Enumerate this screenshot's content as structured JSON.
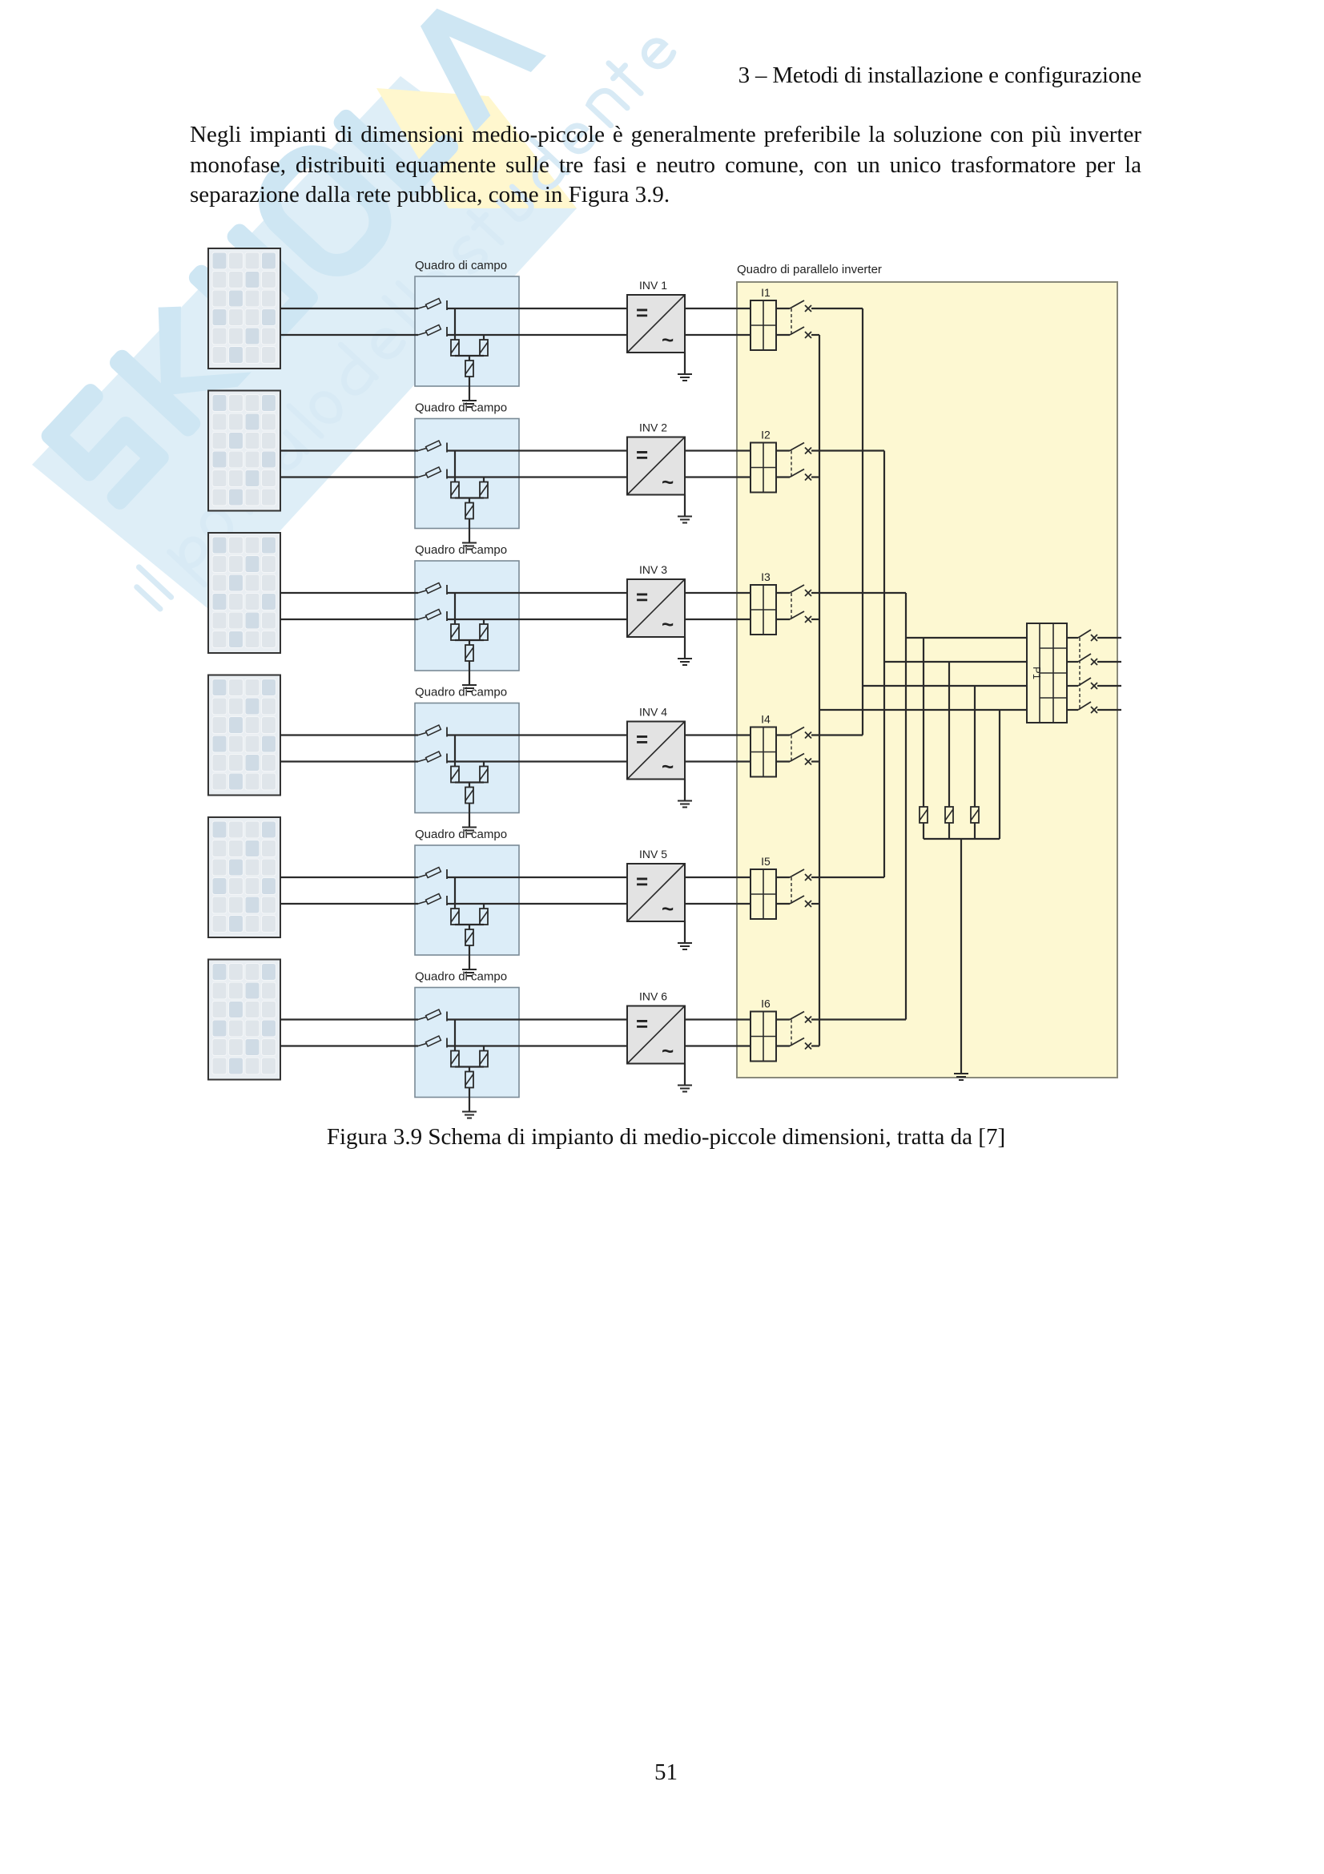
{
  "page": {
    "running_header": "3 – Metodi di installazione e configurazione",
    "paragraph": "Negli impianti di dimensioni medio-piccole è generalmente preferibile la soluzione con più inverter monofase, distribuiti equamente sulle tre fasi e neutro comune, con un unico trasformatore per la separazione dalla rete pubblica, come in Figura 3.9.",
    "caption": "Figura 3.9 Schema di impianto di medio-piccole dimensioni, tratta da [7]",
    "page_number": "51"
  },
  "watermark": {
    "brand": "Skuola.net",
    "tagline": "il portale dello studente",
    "colors": {
      "blue": "#cfe6f3",
      "yellow": "#fff7b8"
    }
  },
  "figure": {
    "rows": [
      {
        "field_box_label": "Quadro di campo",
        "inverter_label": "INV 1",
        "breaker_label": "I1"
      },
      {
        "field_box_label": "Quadro di campo",
        "inverter_label": "INV 2",
        "breaker_label": "I2"
      },
      {
        "field_box_label": "Quadro di campo",
        "inverter_label": "INV 3",
        "breaker_label": "I3"
      },
      {
        "field_box_label": "Quadro di campo",
        "inverter_label": "INV 4",
        "breaker_label": "I4"
      },
      {
        "field_box_label": "Quadro di campo",
        "inverter_label": "INV 5",
        "breaker_label": "I5"
      },
      {
        "field_box_label": "Quadro di campo",
        "inverter_label": "INV 6",
        "breaker_label": "I6"
      }
    ],
    "parallel_panel_label": "Quadro di parallelo inverter",
    "main_breaker_label": "P1",
    "dc_symbol": "=",
    "ac_symbol": "~",
    "colors": {
      "field_box_fill": "#dcedf8",
      "parallel_panel_fill": "#fdf8d2",
      "pv_cell": "#dfe5ea",
      "line": "#2a2a2a"
    }
  }
}
